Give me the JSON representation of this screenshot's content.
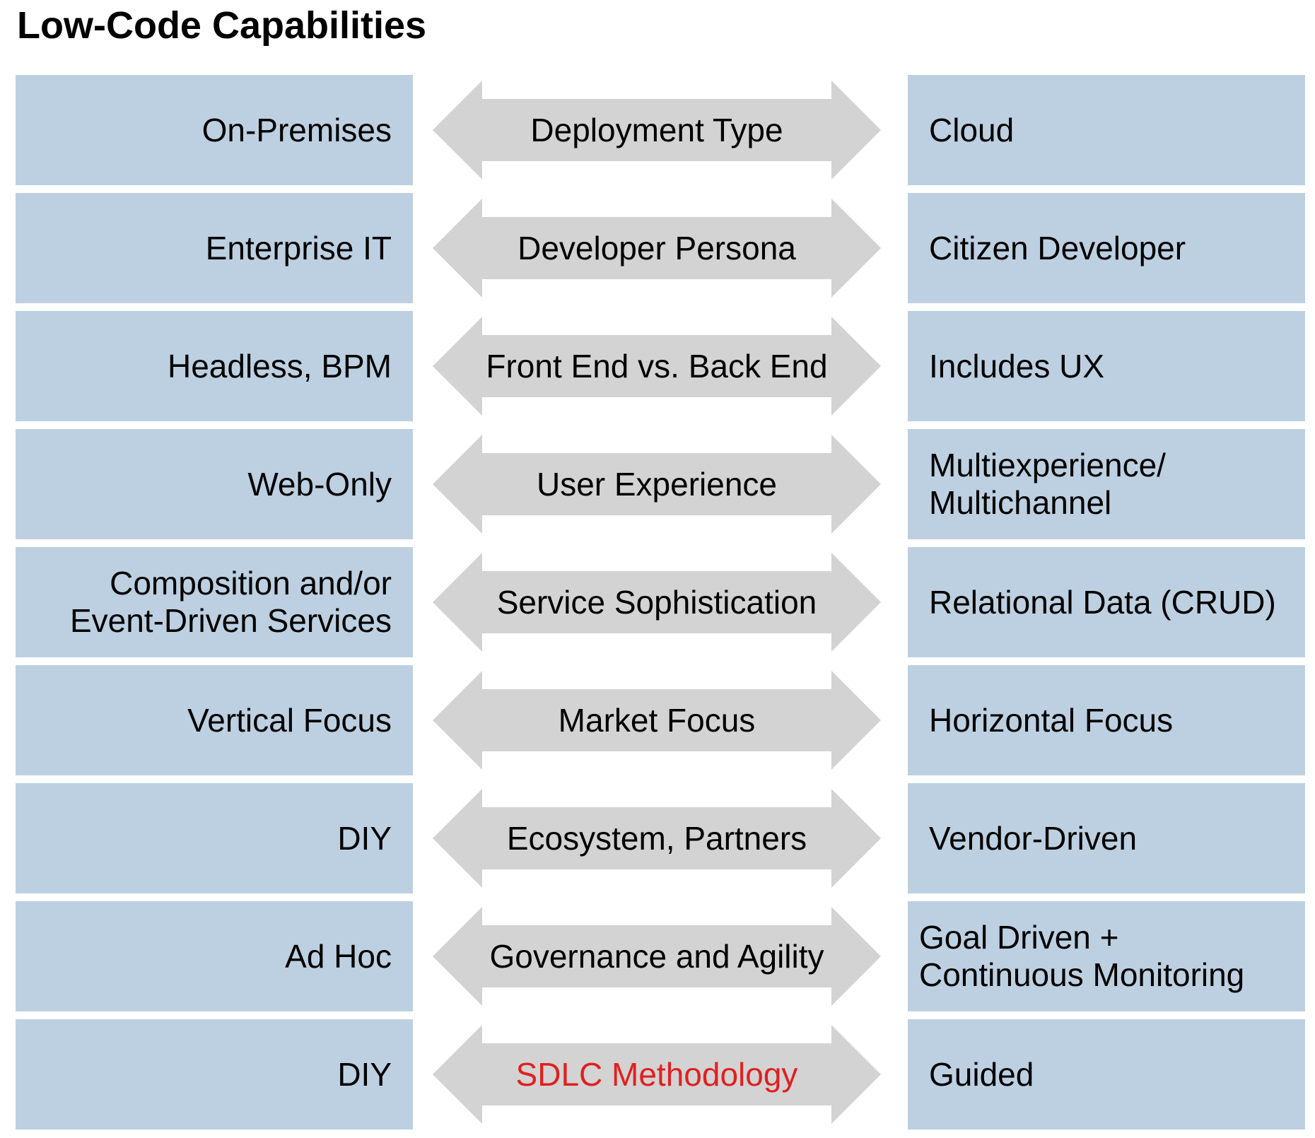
{
  "title": "Low-Code Capabilities",
  "colors": {
    "box_fill": "#bdd0e1",
    "arrow_fill": "#d3d3d3",
    "highlight_text": "#e02020"
  },
  "rows": [
    {
      "left": "On-Premises",
      "center": "Deployment Type",
      "right": "Cloud"
    },
    {
      "left": "Enterprise IT",
      "center": "Developer Persona",
      "right": "Citizen Developer"
    },
    {
      "left": "Headless, BPM",
      "center": "Front End vs. Back End",
      "right": "Includes UX"
    },
    {
      "left": "Web-Only",
      "center": "User Experience",
      "right": "Multiexperience/\nMultichannel"
    },
    {
      "left": "Composition and/or\nEvent-Driven Services",
      "center": "Service Sophistication",
      "right": "Relational Data (CRUD)"
    },
    {
      "left": "Vertical Focus",
      "center": "Market Focus",
      "right": "Horizontal Focus"
    },
    {
      "left": "DIY",
      "center": "Ecosystem, Partners",
      "right": "Vendor-Driven"
    },
    {
      "left": "Ad Hoc",
      "center": "Governance and Agility",
      "right": "Goal Driven +\nContinuous Monitoring"
    },
    {
      "left": "DIY",
      "center": "SDLC Methodology",
      "right": "Guided"
    }
  ]
}
